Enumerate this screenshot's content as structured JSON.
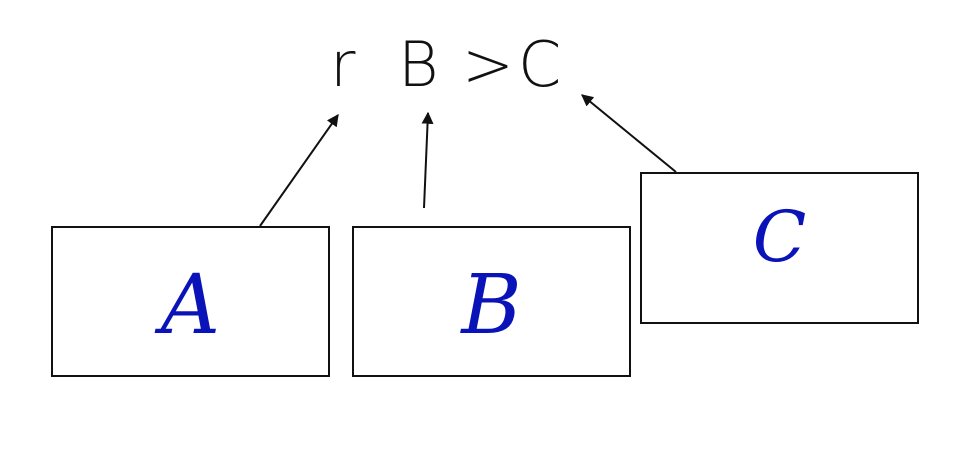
{
  "expression": {
    "tokens": [
      "r",
      "B",
      ">",
      "C"
    ]
  },
  "boxes": [
    {
      "id": "A",
      "label": "A"
    },
    {
      "id": "B",
      "label": "B"
    },
    {
      "id": "C",
      "label": "C"
    }
  ],
  "colors": {
    "ink": "#111111",
    "label": "#0a13b8"
  }
}
